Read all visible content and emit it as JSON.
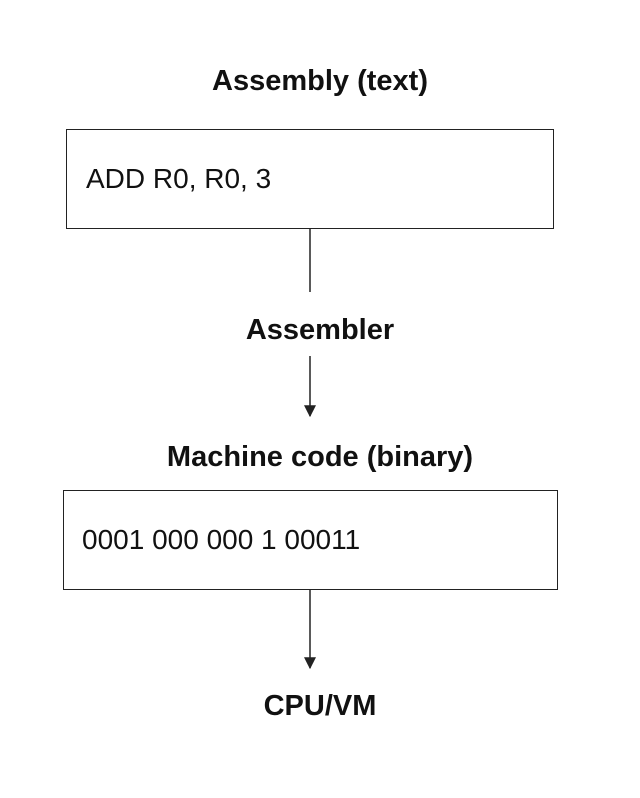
{
  "diagram": {
    "assembly_heading": "Assembly (text)",
    "assembly_code": "ADD R0, R0, 3",
    "assembler_label": "Assembler",
    "machine_heading": "Machine code (binary)",
    "machine_code": "0001 000 000 1 00011",
    "cpu_label": "CPU/VM"
  },
  "colors": {
    "line": "#222222",
    "text": "#111111",
    "background": "#ffffff"
  }
}
